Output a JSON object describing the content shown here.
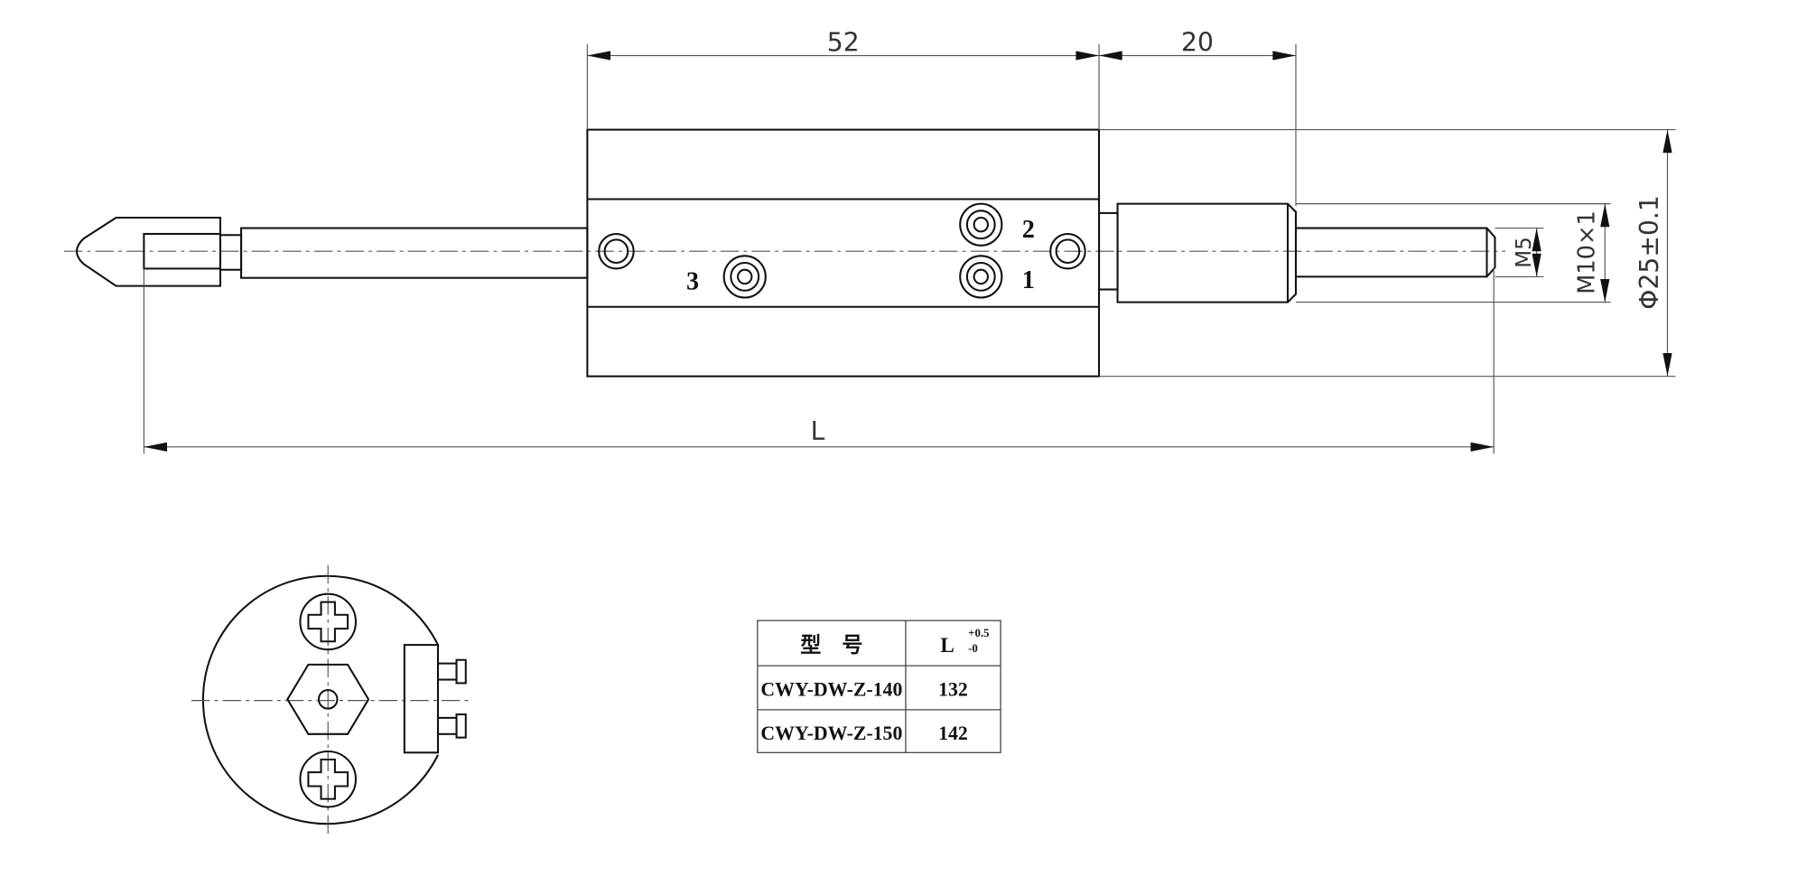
{
  "dimensions": {
    "body_length": "52",
    "nut_length": "20",
    "overall": "L",
    "thread_small": "M5",
    "thread_large": "M10×1",
    "diameter": "Φ25±0.1"
  },
  "ports": {
    "p1": "1",
    "p2": "2",
    "p3": "3"
  },
  "table": {
    "header_model": "型    号",
    "header_L": "L",
    "tol_upper": "+0.5",
    "tol_lower": "-0",
    "rows": [
      {
        "model": "CWY-DW-Z-140",
        "L": "132"
      },
      {
        "model": "CWY-DW-Z-150",
        "L": "142"
      }
    ]
  }
}
